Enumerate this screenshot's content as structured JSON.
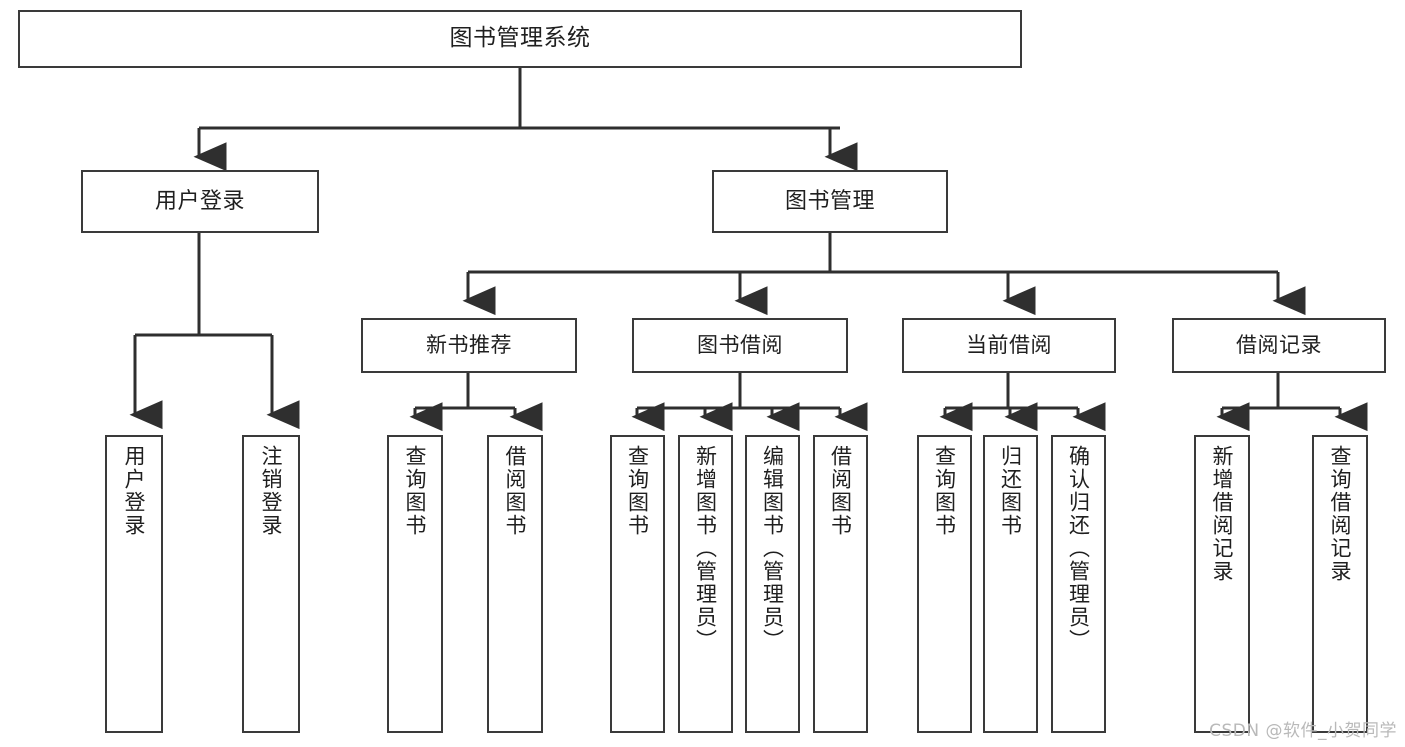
{
  "diagram": {
    "title": "图书管理系统",
    "type": "function-structure-tree",
    "background_color": "#ffffff",
    "box_border_color": "#3a3a3a",
    "text_color": "#1f1f1f",
    "watermark": "CSDN @软件_小贺同学"
  },
  "nodes": {
    "root": {
      "label": "图书管理系统"
    },
    "level1": [
      {
        "id": "user-login",
        "label": "用户登录"
      },
      {
        "id": "book-manage",
        "label": "图书管理"
      }
    ],
    "level2": [
      {
        "id": "new-book-recommend",
        "label": "新书推荐"
      },
      {
        "id": "book-borrow",
        "label": "图书借阅"
      },
      {
        "id": "current-borrow",
        "label": "当前借阅"
      },
      {
        "id": "borrow-record",
        "label": "借阅记录"
      }
    ],
    "leaves": {
      "user_login": [
        {
          "id": "leaf-user-login",
          "label": "用户登录"
        },
        {
          "id": "leaf-user-logout",
          "label": "注销登录"
        }
      ],
      "new_book_recommend": [
        {
          "id": "leaf-query-book-1",
          "label": "查询图书"
        },
        {
          "id": "leaf-borrow-book-1",
          "label": "借阅图书"
        }
      ],
      "book_borrow": [
        {
          "id": "leaf-query-book-2",
          "label": "查询图书"
        },
        {
          "id": "leaf-add-book",
          "label": "新增图书（管理员）"
        },
        {
          "id": "leaf-edit-book",
          "label": "编辑图书（管理员）"
        },
        {
          "id": "leaf-borrow-book-2",
          "label": "借阅图书"
        }
      ],
      "current_borrow": [
        {
          "id": "leaf-query-book-3",
          "label": "查询图书"
        },
        {
          "id": "leaf-return-book",
          "label": "归还图书"
        },
        {
          "id": "leaf-confirm-return",
          "label": "确认归还（管理员）"
        }
      ],
      "borrow_record": [
        {
          "id": "leaf-add-record",
          "label": "新增借阅记录"
        },
        {
          "id": "leaf-query-record",
          "label": "查询借阅记录"
        }
      ]
    }
  }
}
